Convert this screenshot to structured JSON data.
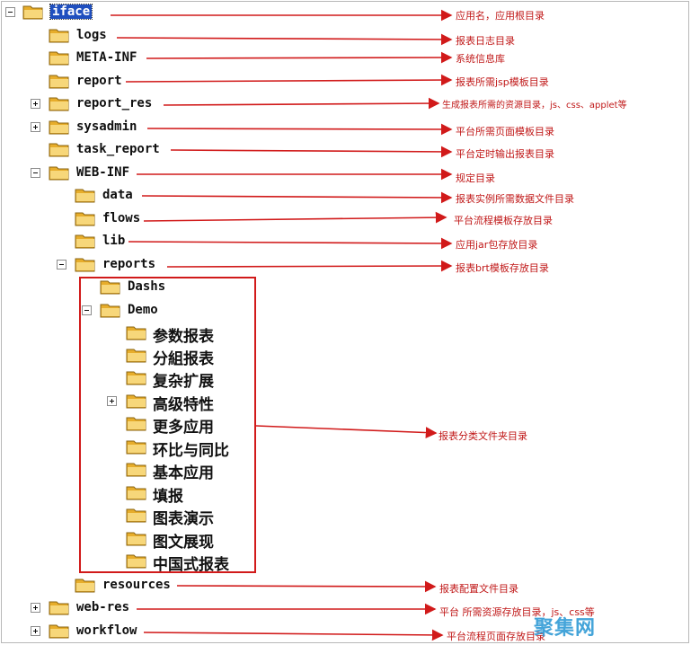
{
  "tree": {
    "nodes": [
      {
        "label": "iface",
        "selected": true
      },
      {
        "label": "logs"
      },
      {
        "label": "META-INF"
      },
      {
        "label": "report"
      },
      {
        "label": "report_res"
      },
      {
        "label": "sysadmin"
      },
      {
        "label": "task_report"
      },
      {
        "label": "WEB-INF"
      },
      {
        "label": "data"
      },
      {
        "label": "flows"
      },
      {
        "label": "lib"
      },
      {
        "label": "reports"
      },
      {
        "label": "Dashs"
      },
      {
        "label": "Demo"
      },
      {
        "label": "参数报表"
      },
      {
        "label": "分組报表"
      },
      {
        "label": "复杂扩展"
      },
      {
        "label": "高级特性"
      },
      {
        "label": "更多应用"
      },
      {
        "label": "环比与同比"
      },
      {
        "label": "基本应用"
      },
      {
        "label": "填报"
      },
      {
        "label": "图表演示"
      },
      {
        "label": "图文展现"
      },
      {
        "label": "中国式报表"
      },
      {
        "label": "resources"
      },
      {
        "label": "web-res"
      },
      {
        "label": "workflow"
      }
    ]
  },
  "annotations": [
    "应用名，应用根目录",
    "报表日志目录",
    "系统信息库",
    "报表所需jsp模板目录",
    "生成报表所需的资源目录，js、css、applet等",
    "平台所需页面模板目录",
    "平台定时输出报表目录",
    "规定目录",
    "报表实例所需数据文件目录",
    "平台流程模板存放目录",
    "应用jar包存放目录",
    "报表brt模板存放目录",
    "报表分类文件夹目录",
    "报表配置文件目录",
    "平台 所需资源存放目录，js、css等",
    "平台流程页面存放目录"
  ],
  "watermark": "聚集网",
  "colors": {
    "annotation": "#c01818",
    "selection": "#1f4fbf",
    "folder": "#f2c24a"
  }
}
